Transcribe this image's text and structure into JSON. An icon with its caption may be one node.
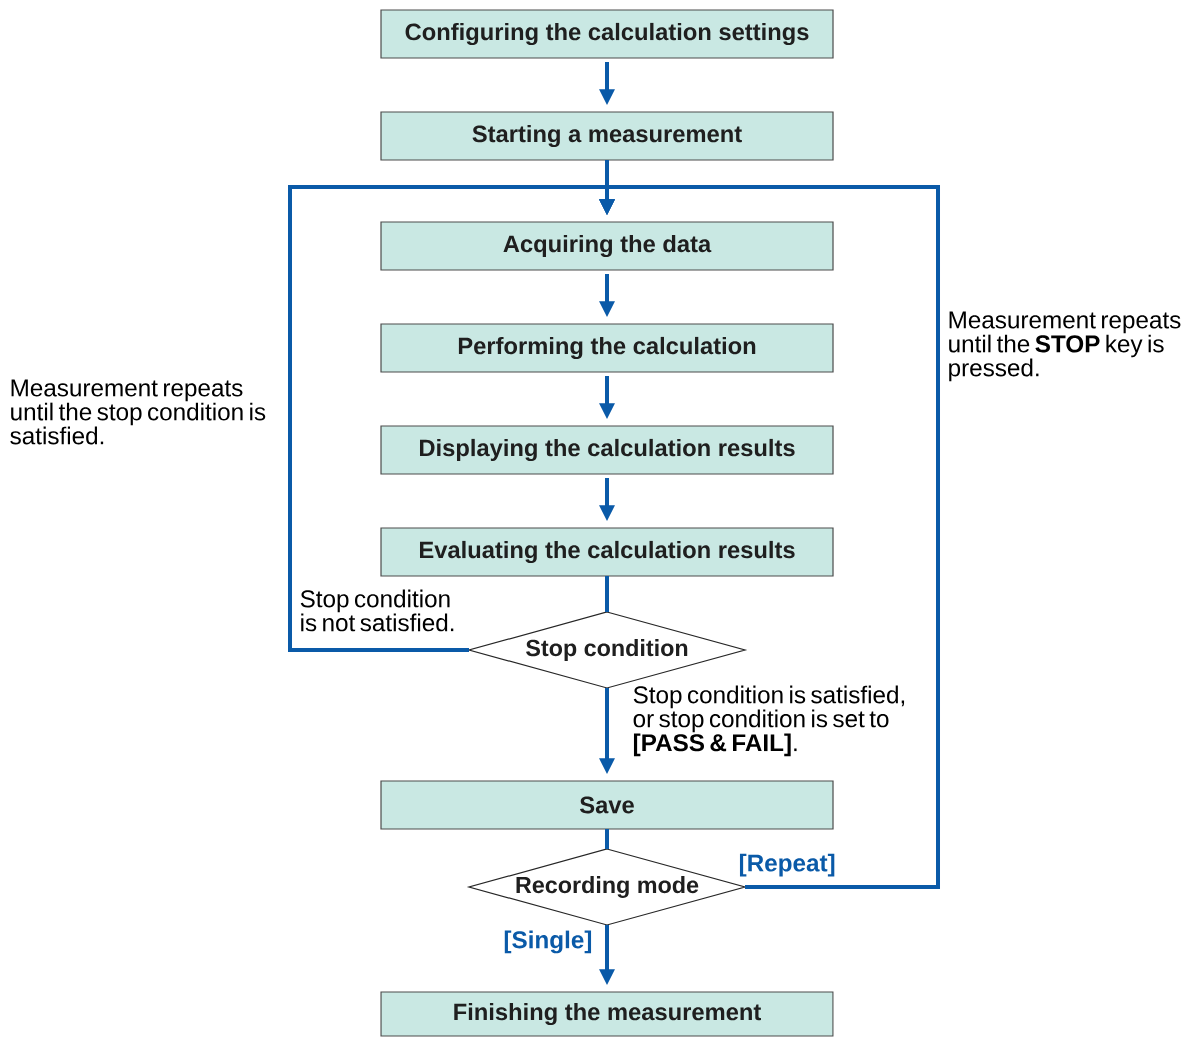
{
  "diagram": {
    "nodes": [
      {
        "text": [
          "Configuring the calculation settings"
        ]
      },
      {
        "text": [
          "Starting a measurement"
        ]
      },
      {
        "text": [
          "Acquiring the data"
        ]
      },
      {
        "text": [
          "Performing the calculation"
        ]
      },
      {
        "text": [
          "Displaying the calculation results"
        ]
      },
      {
        "text": [
          "Evaluating the calculation results"
        ]
      },
      {
        "text": [
          "Stop condition"
        ]
      },
      {
        "text": [
          "Save"
        ]
      },
      {
        "text": [
          "Recording mode"
        ]
      },
      {
        "text": [
          "Finishing the measurement"
        ]
      }
    ],
    "edges": [
      {
        "from": 0,
        "to": 1,
        "arrow": "to"
      },
      {
        "from": 1,
        "to": 2,
        "arrow": "to"
      },
      {
        "from": 2,
        "to": 3,
        "arrow": "to"
      },
      {
        "from": 3,
        "to": 4,
        "arrow": "to"
      },
      {
        "from": 4,
        "to": 5,
        "arrow": "to"
      },
      {
        "from": 5,
        "to": 6,
        "arrow": "none"
      },
      {
        "from": 6,
        "to": 2,
        "arrow": "to",
        "label": "Stop condition is not satisfied."
      },
      {
        "from": 6,
        "to": 7,
        "arrow": "to",
        "label": "Stop condition is satisfied, or stop condition is set to **[PASS & FAIL]**."
      },
      {
        "from": 7,
        "to": 8,
        "arrow": "none"
      },
      {
        "from": 8,
        "to": 2,
        "arrow": "to",
        "label": "[Repeat]"
      },
      {
        "from": 8,
        "to": 9,
        "arrow": "to",
        "label": "[Single]"
      }
    ],
    "labels": [
      "Measurement repeats until the stop condition is satisfied.",
      "Measurement repeats until the **STOP** key is pressed."
    ]
  }
}
